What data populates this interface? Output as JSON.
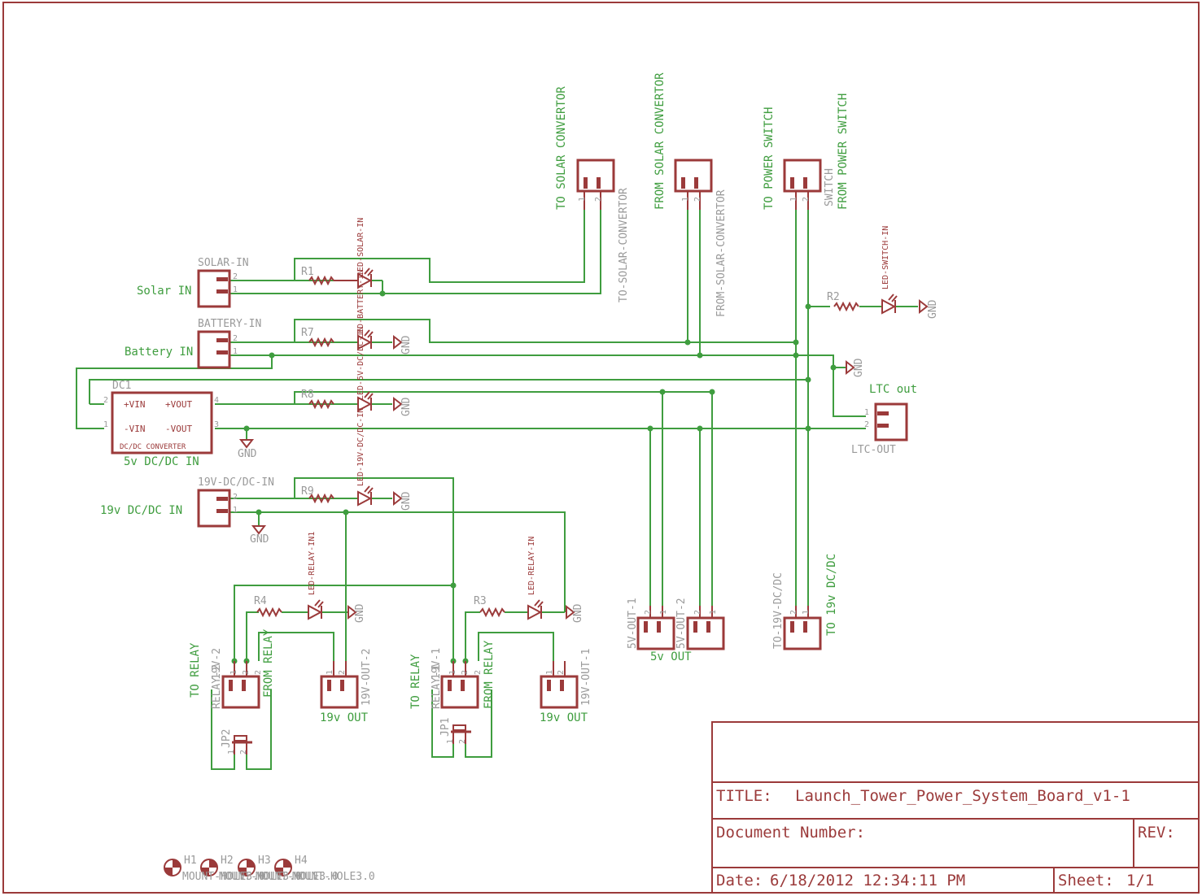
{
  "title_block": {
    "title_label": "TITLE:",
    "title_value": "Launch_Tower_Power_System_Board_v1-1",
    "doc_label": "Document Number:",
    "rev_label": "REV:",
    "date_label": "Date:",
    "date_value": "6/18/2012 12:34:11 PM",
    "sheet_label": "Sheet:",
    "sheet_value": "1/1"
  },
  "connectors": {
    "solar_in": {
      "name": "SOLAR-IN",
      "value": "Solar IN"
    },
    "battery_in": {
      "name": "BATTERY-IN",
      "value": "Battery IN"
    },
    "dc19_in": {
      "name": "19V-DC/DC-IN",
      "value": "19v DC/DC IN"
    },
    "ltc_out": {
      "name": "LTC-OUT",
      "value": "LTC out"
    },
    "to_solar": {
      "name": "TO-SOLAR-CONVERTOR",
      "value": "TO SOLAR CONVERTOR"
    },
    "from_solar": {
      "name": "FROM-SOLAR-CONVERTOR",
      "value": "FROM SOLAR CONVERTOR"
    },
    "to_power_switch": {
      "value": "TO POWER SWITCH"
    },
    "from_power_switch": {
      "name": "SWITCH",
      "value": "FROM POWER SWITCH"
    },
    "to_19v_dcdc": {
      "name": "TO-19V-DC/DC",
      "value": "TO 19v DC/DC"
    },
    "out5v_1": {
      "name": "5V-OUT-1"
    },
    "out5v_2": {
      "name": "5V-OUT-2"
    },
    "out5v_value": "5v OUT",
    "relay_2": {
      "name": "RELAY-2",
      "value": "TO RELAY"
    },
    "relay_1": {
      "name": "RELAY-1",
      "value": "TO RELAY"
    },
    "v19_2": {
      "name": "19V-2",
      "value": "FROM RELAY"
    },
    "v19_1": {
      "name": "19V-1",
      "value": "FROM RELAY"
    },
    "out19v_2": {
      "name": "19V-OUT-2",
      "value": "19v OUT"
    },
    "out19v_1": {
      "name": "19V-OUT-1",
      "value": "19v OUT"
    }
  },
  "dcdc": {
    "name": "DC1",
    "pin_vin_pos": "+VIN",
    "pin_vout_pos": "+VOUT",
    "pin_vin_neg": "-VIN",
    "pin_vout_neg": "-VOUT",
    "caption": "DC/DC CONVERTER",
    "value": "5v DC/DC IN"
  },
  "resistors": {
    "r1": "R1",
    "r2": "R2",
    "r3": "R3",
    "r4": "R4",
    "r7": "R7",
    "r8": "R8",
    "r9": "R9"
  },
  "leds": {
    "solar": "LED-SOLAR-IN",
    "battery": "LED-BATTERY-IN",
    "dc5v": "LED-5V-DC/DC-IN",
    "dc19v": "LED-19V-DC/DC-IN",
    "switch": "LED-SWITCH-IN",
    "relay_in1": "LED-RELAY-IN1",
    "relay_in": "LED-RELAY-IN"
  },
  "jumpers": {
    "jp1": "JP1",
    "jp2": "JP2"
  },
  "holes": {
    "h1": "H1",
    "h2": "H2",
    "h3": "H3",
    "h4": "H4",
    "mount_value": "MOUNT-HOLE3.0"
  },
  "net_labels": {
    "gnd": "GND"
  },
  "pins": {
    "one": "1",
    "two": "2",
    "three": "3",
    "four": "4"
  }
}
